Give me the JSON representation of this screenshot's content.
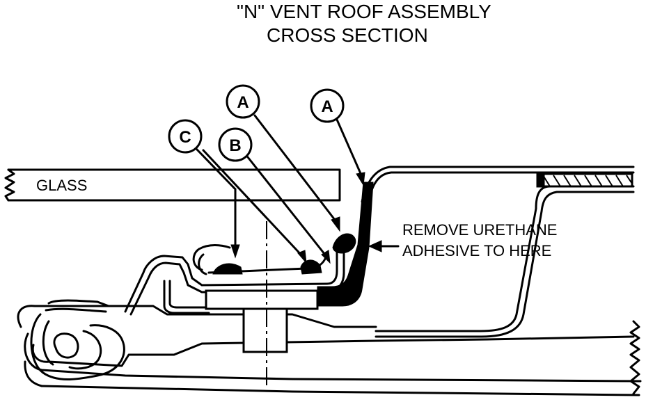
{
  "title": {
    "line1": "\"N\" VENT ROOF ASSEMBLY",
    "line2": "CROSS SECTION"
  },
  "labels": {
    "glass": "GLASS",
    "note_line1": "REMOVE URETHANE",
    "note_line2": "ADHESIVE TO HERE"
  },
  "callouts": {
    "c": "C",
    "b": "B",
    "a_left": "A",
    "a_right": "A"
  }
}
